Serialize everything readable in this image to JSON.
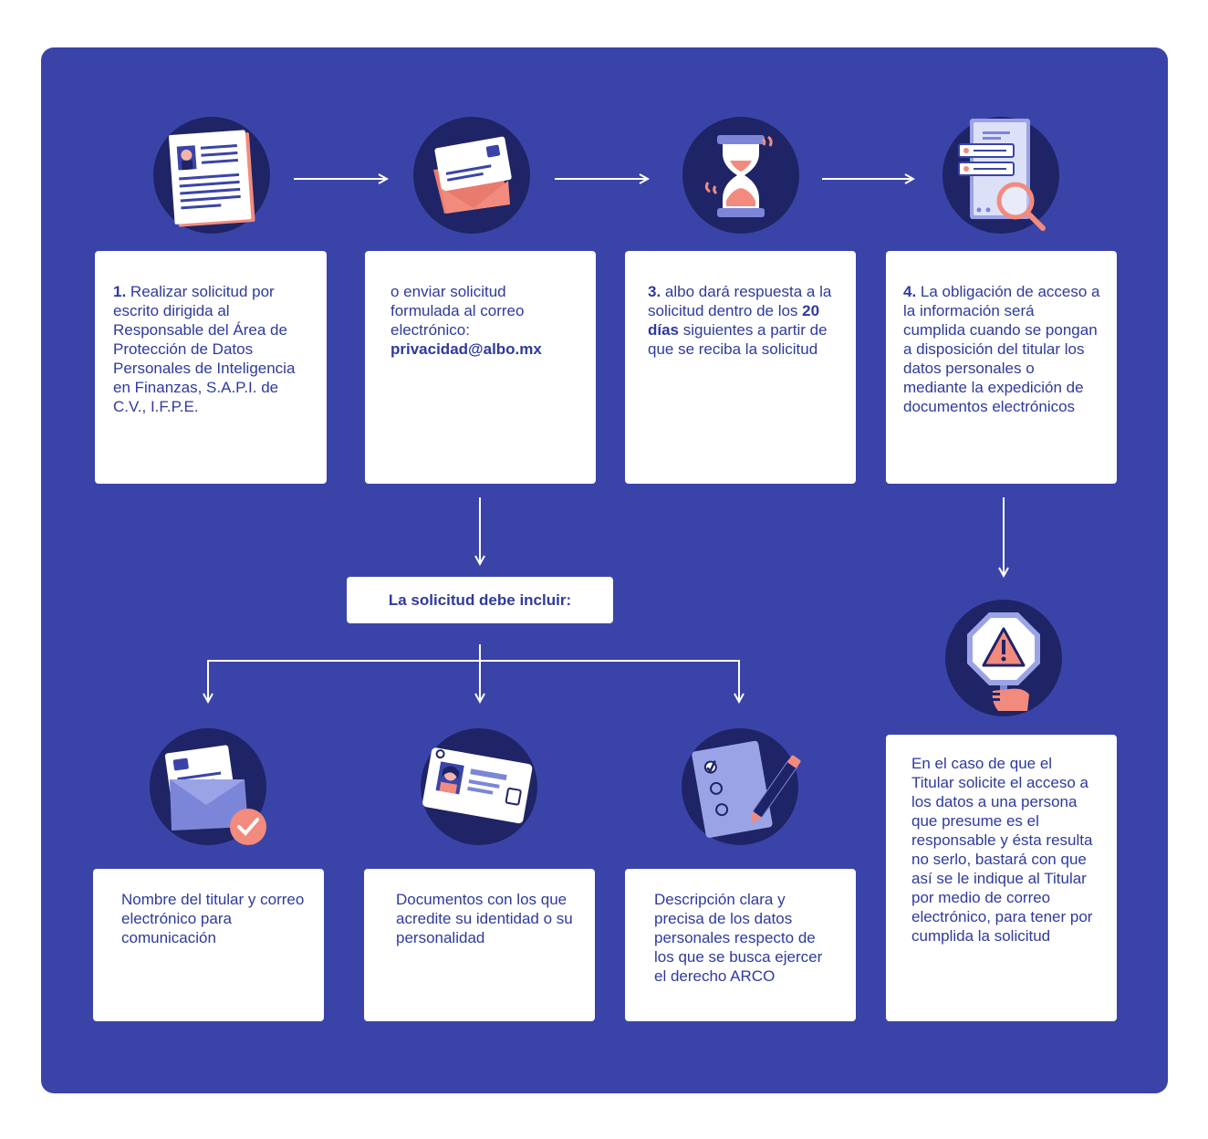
{
  "colors": {
    "background": "#3a44a8",
    "circle": "#1f2466",
    "accent": "#f28b7e",
    "card_text": "#2e3a9e"
  },
  "steps": [
    {
      "icon": "document-icon",
      "num": "1.",
      "text": "Realizar solicitud por escrito dirigida al Responsable del Área de Protección de Datos Personales de Inteligencia en Finanzas, S.A.P.I. de C.V., I.F.P.E."
    },
    {
      "icon": "envelope-icon",
      "text": "o enviar solicitud formulada al correo electrónico:",
      "email": "privacidad@albo.mx"
    },
    {
      "icon": "hourglass-icon",
      "num": "3.",
      "pre": "albo dará respuesta a la solicitud dentro de los",
      "bold": "20 días",
      "post": "siguientes a partir de que se reciba la solicitud"
    },
    {
      "icon": "search-document-icon",
      "num": "4.",
      "text": "La obligación de acceso a la información será cumplida cuando se pongan a disposición del titular los datos personales o mediante la expedición de documentos electrónicos"
    }
  ],
  "includes_label": "La solicitud debe incluir:",
  "requirements": [
    {
      "icon": "envelope-check-icon",
      "text": "Nombre del titular y correo electrónico para comunicación"
    },
    {
      "icon": "id-card-icon",
      "text": "Documentos con los que acredite su identidad o su personalidad"
    },
    {
      "icon": "checklist-pen-icon",
      "text": "Descripción clara y precisa de los datos personales respecto de los que se busca ejercer el derecho ARCO"
    }
  ],
  "warning": {
    "icon": "warning-sign-icon",
    "text": "En el caso de que el Titular solicite el acceso a los datos a una persona que presume es el responsable y ésta resulta no serlo, bastará con que así se le indique al Titular por medio de correo electrónico, para tener por cumplida la solicitud"
  }
}
